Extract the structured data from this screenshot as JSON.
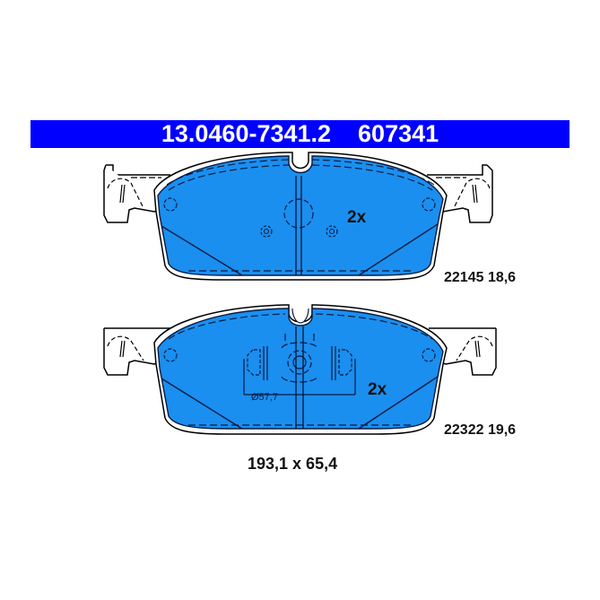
{
  "header": {
    "part_number": "13.0460-7341.2",
    "short_number": "607341"
  },
  "pads": [
    {
      "quantity": "2x",
      "code": "22145 18,6"
    },
    {
      "quantity": "2x",
      "code": "22322 19,6",
      "sensor_diameter": "Ø57,7"
    }
  ],
  "dimensions": "193,1 x 65,4",
  "colors": {
    "banner": "#0000ff",
    "pad_fill": "#1a8fef",
    "line": "#0a1a40"
  }
}
